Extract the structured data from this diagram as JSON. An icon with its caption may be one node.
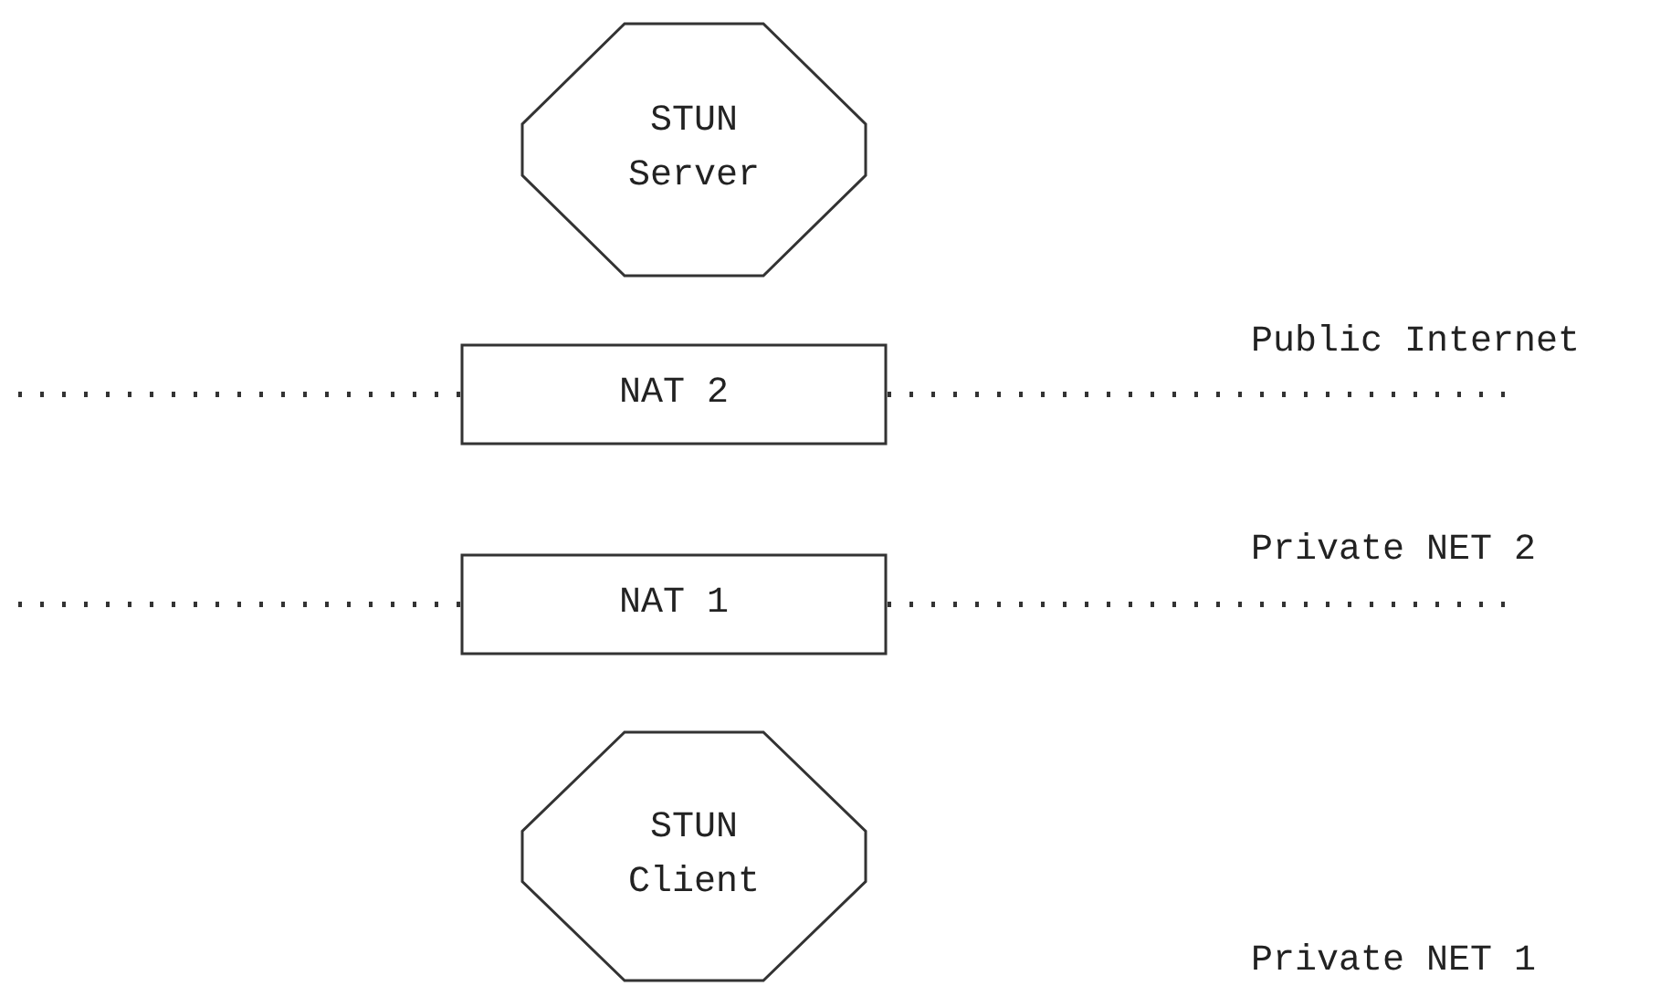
{
  "diagram": {
    "nodes": [
      {
        "text": [
          "STUN Server"
        ]
      },
      {
        "text": [
          "NAT 2"
        ]
      },
      {
        "text": [
          "NAT 1"
        ]
      },
      {
        "text": [
          "STUN Client"
        ]
      }
    ],
    "labels": [
      "Public Internet",
      "Private NET 2",
      "Private NET 1"
    ]
  }
}
